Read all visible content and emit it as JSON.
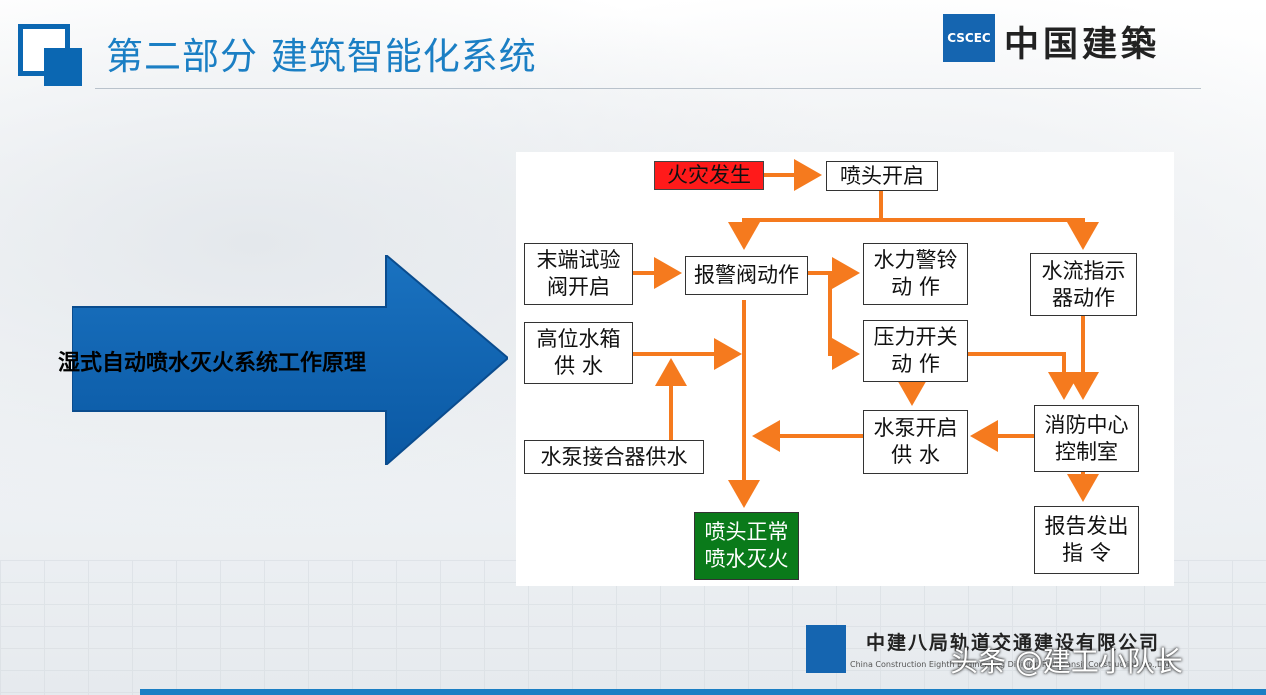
{
  "header": {
    "title": "第二部分  建筑智能化系统",
    "logo_text": "CSCEC",
    "brand": "中国建築"
  },
  "arrow": {
    "label": "湿式自动喷水灭火系统工作原理"
  },
  "diagram": {
    "nodes": {
      "fire": "火灾发生",
      "head_open": "喷头开启",
      "test_valve": "末端试验\n阀开启",
      "alarm_valve": "报警阀动作",
      "bell": "水力警铃\n动    作",
      "flow_ind": "水流指示\n器动作",
      "tank": "高位水箱\n供    水",
      "pressure": "压力开关\n动    作",
      "pump_adapter": "水泵接合器供水",
      "pump": "水泵开启\n供    水",
      "control": "消防中心\n控制室",
      "sprinkle": "喷头正常\n喷水灭火",
      "report": "报告发出\n指    令"
    },
    "colors": {
      "arrow": "#f57a1e",
      "fire": "#ff1a1a",
      "done": "#0a7a1a",
      "big_arrow": "#0b60ad"
    }
  },
  "footer": {
    "company": "中建八局轨道交通建设有限公司",
    "company_en": "China Construction Eighth Engineering Division Rail Transit Construction Co.,Ltd",
    "watermark": "头条 @建工小队长"
  }
}
